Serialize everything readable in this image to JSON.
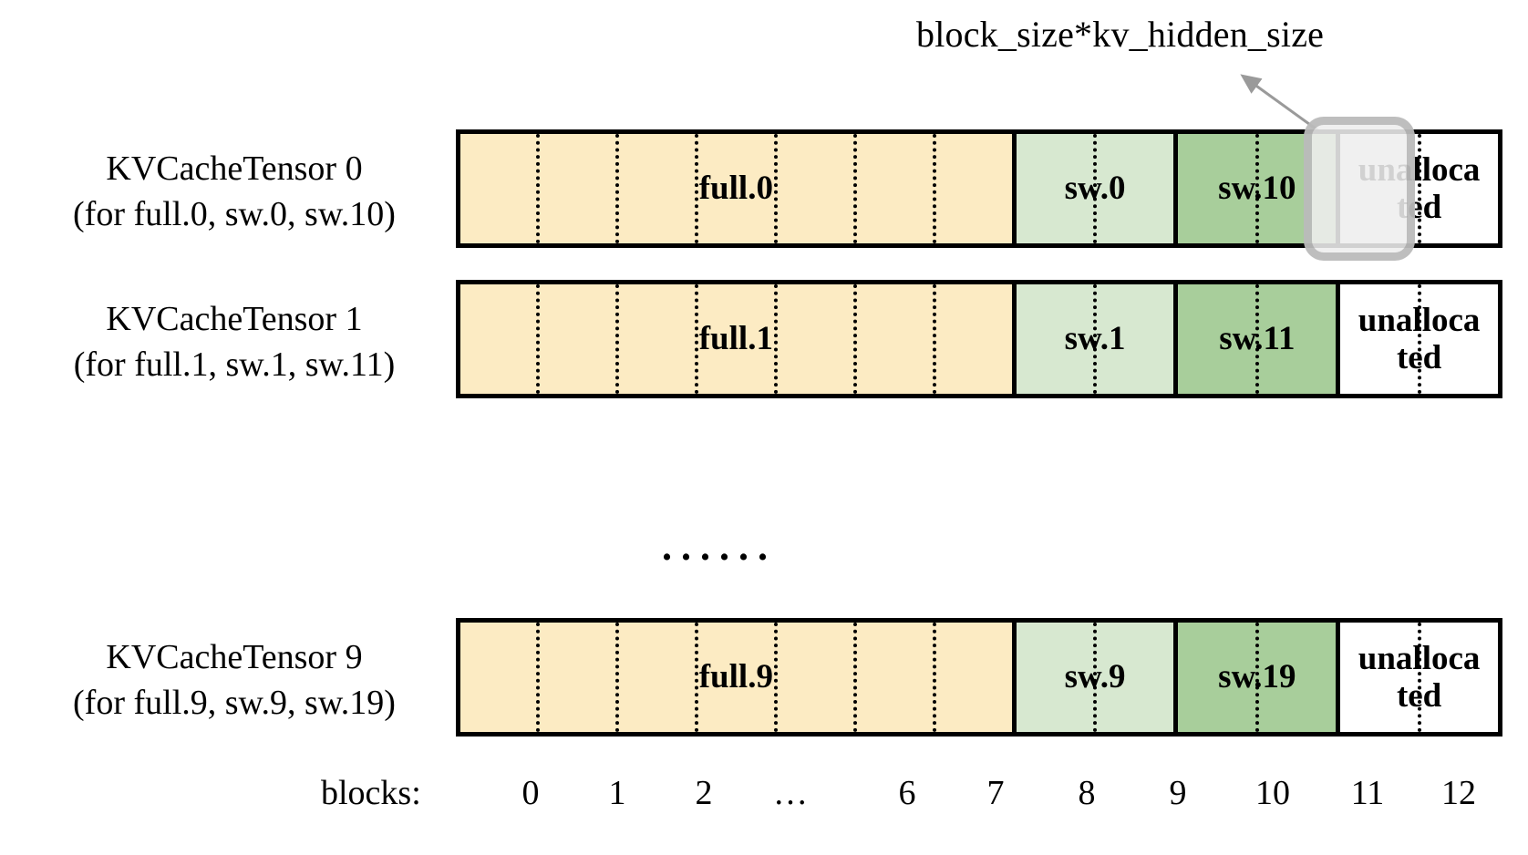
{
  "diagram": {
    "callout": {
      "text": "block_size*kv_hidden_size",
      "arrow_icon": "arrow-up-right-icon",
      "target_block_index": 11
    },
    "colors": {
      "full": "#FCEBC3",
      "sw_light": "#D7E8D0",
      "sw_dark": "#A8CE9B",
      "unallocated": "#FFFFFF",
      "border": "#000000",
      "highlight_fill": "#EEEEEE",
      "highlight_border": "#969696"
    },
    "rows": [
      {
        "label_line1": "KVCacheTensor 0",
        "label_line2": "(for full.0, sw.0, sw.10)",
        "segments": [
          {
            "text": "full.0",
            "fill": "full",
            "blocks": 7
          },
          {
            "text": "sw.0",
            "fill": "sw_light",
            "blocks": 2
          },
          {
            "text": "sw.10",
            "fill": "sw_dark",
            "blocks": 2
          },
          {
            "text": "unalloca ted",
            "fill": "unallocated",
            "blocks": 2
          }
        ]
      },
      {
        "label_line1": "KVCacheTensor 1",
        "label_line2": "(for full.1, sw.1, sw.11)",
        "segments": [
          {
            "text": "full.1",
            "fill": "full",
            "blocks": 7
          },
          {
            "text": "sw.1",
            "fill": "sw_light",
            "blocks": 2
          },
          {
            "text": "sw.11",
            "fill": "sw_dark",
            "blocks": 2
          },
          {
            "text": "unalloca ted",
            "fill": "unallocated",
            "blocks": 2
          }
        ]
      },
      {
        "label_line1": "KVCacheTensor 9",
        "label_line2": "(for full.9, sw.9, sw.19)",
        "segments": [
          {
            "text": "full.9",
            "fill": "full",
            "blocks": 7
          },
          {
            "text": "sw.9",
            "fill": "sw_light",
            "blocks": 2
          },
          {
            "text": "sw.19",
            "fill": "sw_dark",
            "blocks": 2
          },
          {
            "text": "unalloca ted",
            "fill": "unallocated",
            "blocks": 2
          }
        ]
      }
    ],
    "ellipsis": "......",
    "axis": {
      "title": "blocks:",
      "ticks": [
        "0",
        "1",
        "2",
        "…",
        "6",
        "7",
        "8",
        "9",
        "10",
        "11",
        "12"
      ]
    }
  }
}
